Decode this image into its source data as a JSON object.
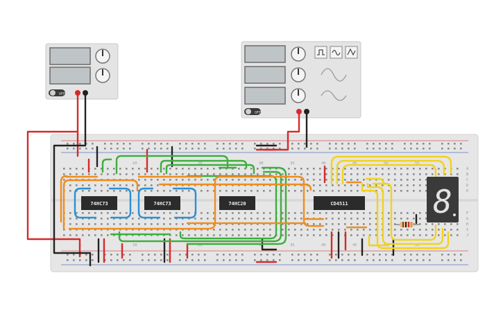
{
  "power_supply": {
    "off_label": "OFF"
  },
  "function_generator": {
    "off_label": "OFF"
  },
  "breadboard": {
    "top_numbers": [
      "10",
      "20",
      "30",
      "35",
      "40",
      "45",
      "50",
      "55"
    ],
    "bottom_numbers": [
      "1",
      "10",
      "20",
      "30",
      "35",
      "40",
      "45",
      "50",
      "55"
    ],
    "row_letters_right": [
      "A",
      "B",
      "C",
      "D",
      "E",
      "F",
      "G",
      "H",
      "I",
      "J"
    ]
  },
  "chips": [
    {
      "label": "74HC73"
    },
    {
      "label": "74HC73"
    },
    {
      "label": "74HC20"
    },
    {
      "label": "CD4511"
    }
  ],
  "display": {
    "digit": "8"
  },
  "colors": {
    "wire_red": "#d42a2a",
    "wire_black": "#222222",
    "wire_green": "#3dae3d",
    "wire_orange": "#f08c1e",
    "wire_blue": "#2a8fd4",
    "wire_yellow": "#f2d21c",
    "breadboard": "#e6e6e6",
    "chip": "#2b2b2b"
  }
}
